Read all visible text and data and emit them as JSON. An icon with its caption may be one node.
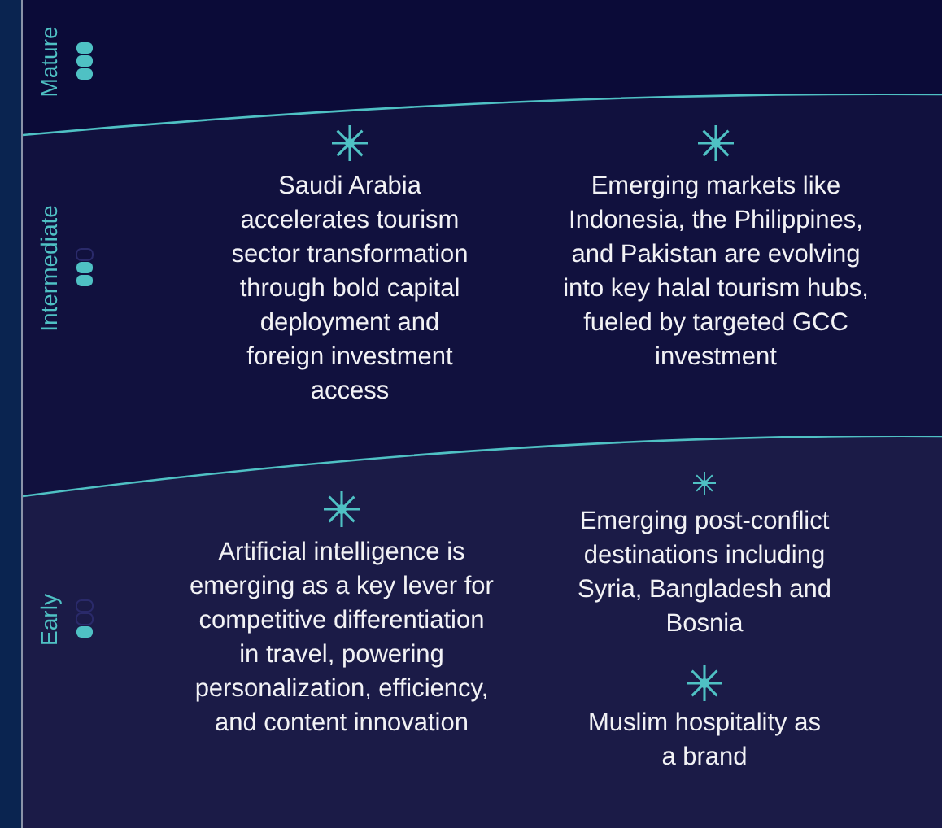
{
  "diagram": {
    "nodes": [
      {
        "text": [
          "Mature"
        ]
      },
      {
        "text": [
          "Intermediate",
          "Saudi Arabia accelerates tourism sector transformation through bold capital deployment and foreign investment access",
          "Emerging markets like Indonesia, the Philippines, and Pakistan are evolving into key halal tourism hubs, fueled by targeted GCC investment"
        ]
      },
      {
        "text": [
          "Early",
          "Artificial intelligence is emerging as a key lever for competitive differentiation in travel, powering personalization, efficiency, and content innovation",
          "Emerging post-conflict destinations including Syria, Bangladesh and Bosnia",
          "Muslim hospitality as a brand"
        ]
      }
    ]
  }
}
